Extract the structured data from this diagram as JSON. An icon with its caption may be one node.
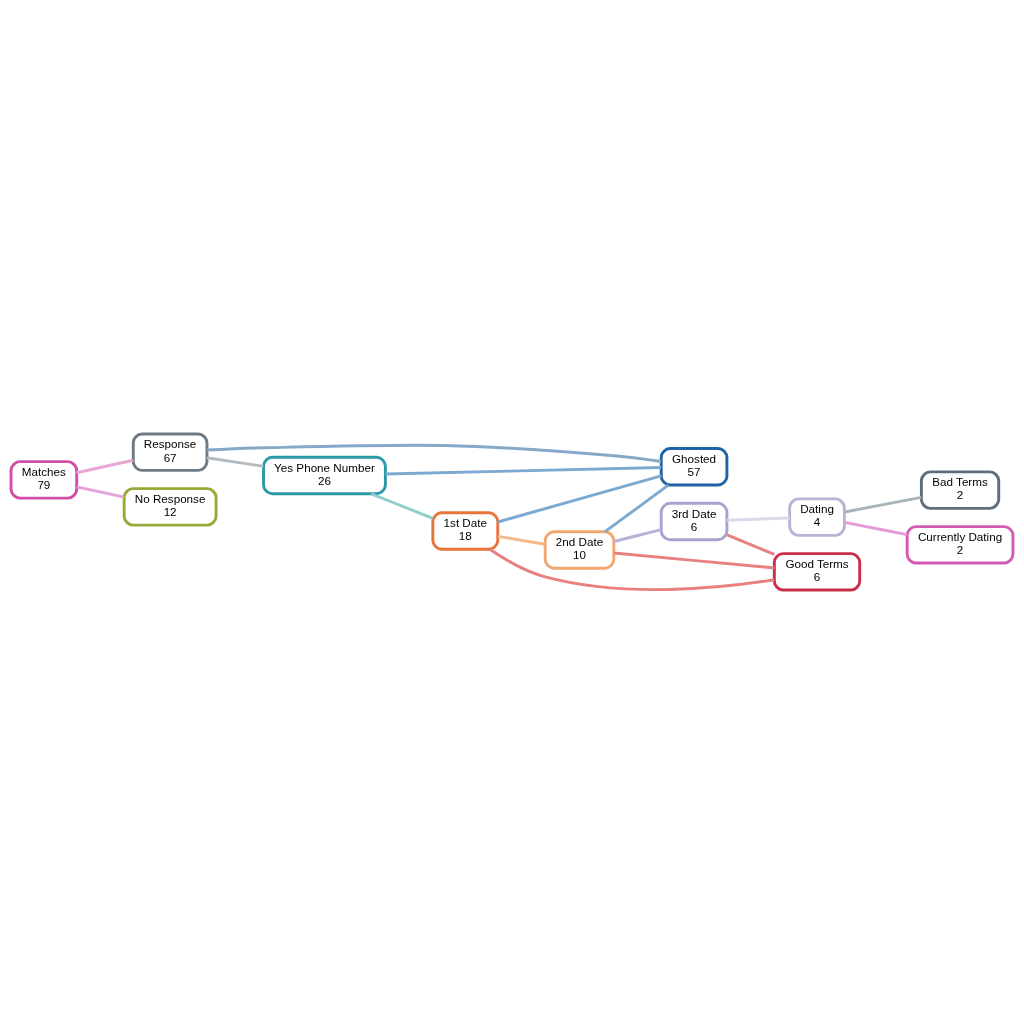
{
  "diagram": {
    "nodes": [
      {
        "text": [
          "Matches",
          "79"
        ]
      },
      {
        "text": [
          "Response",
          "67"
        ]
      },
      {
        "text": [
          "No Response",
          "12"
        ]
      },
      {
        "text": [
          "Yes Phone Number",
          "26"
        ]
      },
      {
        "text": [
          "Ghosted",
          "57"
        ]
      },
      {
        "text": [
          "1st Date",
          "18"
        ]
      },
      {
        "text": [
          "2nd Date",
          "10"
        ]
      },
      {
        "text": [
          "3rd Date",
          "6"
        ]
      },
      {
        "text": [
          "Dating",
          "4"
        ]
      },
      {
        "text": [
          "Good Terms",
          "6"
        ]
      },
      {
        "text": [
          "Bad Terms",
          "2"
        ]
      },
      {
        "text": [
          "Currently Dating",
          "2"
        ]
      }
    ],
    "edges": [
      {
        "from": 0,
        "to": 1,
        "arrow": "none",
        "color": "#e7a6d3"
      },
      {
        "from": 0,
        "to": 2,
        "arrow": "none",
        "color": "#e3a0d9"
      },
      {
        "from": 1,
        "to": 4,
        "arrow": "none",
        "color": "#84a9c9"
      },
      {
        "from": 1,
        "to": 3,
        "arrow": "none",
        "color": "#b3bcc2"
      },
      {
        "from": 3,
        "to": 4,
        "arrow": "none",
        "color": "#7ba9cf"
      },
      {
        "from": 3,
        "to": 5,
        "arrow": "none",
        "color": "#8fcfca"
      },
      {
        "from": 5,
        "to": 4,
        "arrow": "none",
        "color": "#7ba9cf"
      },
      {
        "from": 5,
        "to": 9,
        "arrow": "none",
        "color": "#e88080"
      },
      {
        "from": 5,
        "to": 6,
        "arrow": "none",
        "color": "#f5b98a"
      },
      {
        "from": 6,
        "to": 4,
        "arrow": "none",
        "color": "#7ba9cf"
      },
      {
        "from": 6,
        "to": 9,
        "arrow": "none",
        "color": "#e88080"
      },
      {
        "from": 6,
        "to": 7,
        "arrow": "none",
        "color": "#b8b3d6"
      },
      {
        "from": 7,
        "to": 9,
        "arrow": "none",
        "color": "#e88080"
      },
      {
        "from": 7,
        "to": 8,
        "arrow": "none",
        "color": "#dcd8ea"
      },
      {
        "from": 8,
        "to": 10,
        "arrow": "none",
        "color": "#a8b4bb"
      },
      {
        "from": 8,
        "to": 11,
        "arrow": "none",
        "color": "#e59ad6"
      }
    ]
  }
}
